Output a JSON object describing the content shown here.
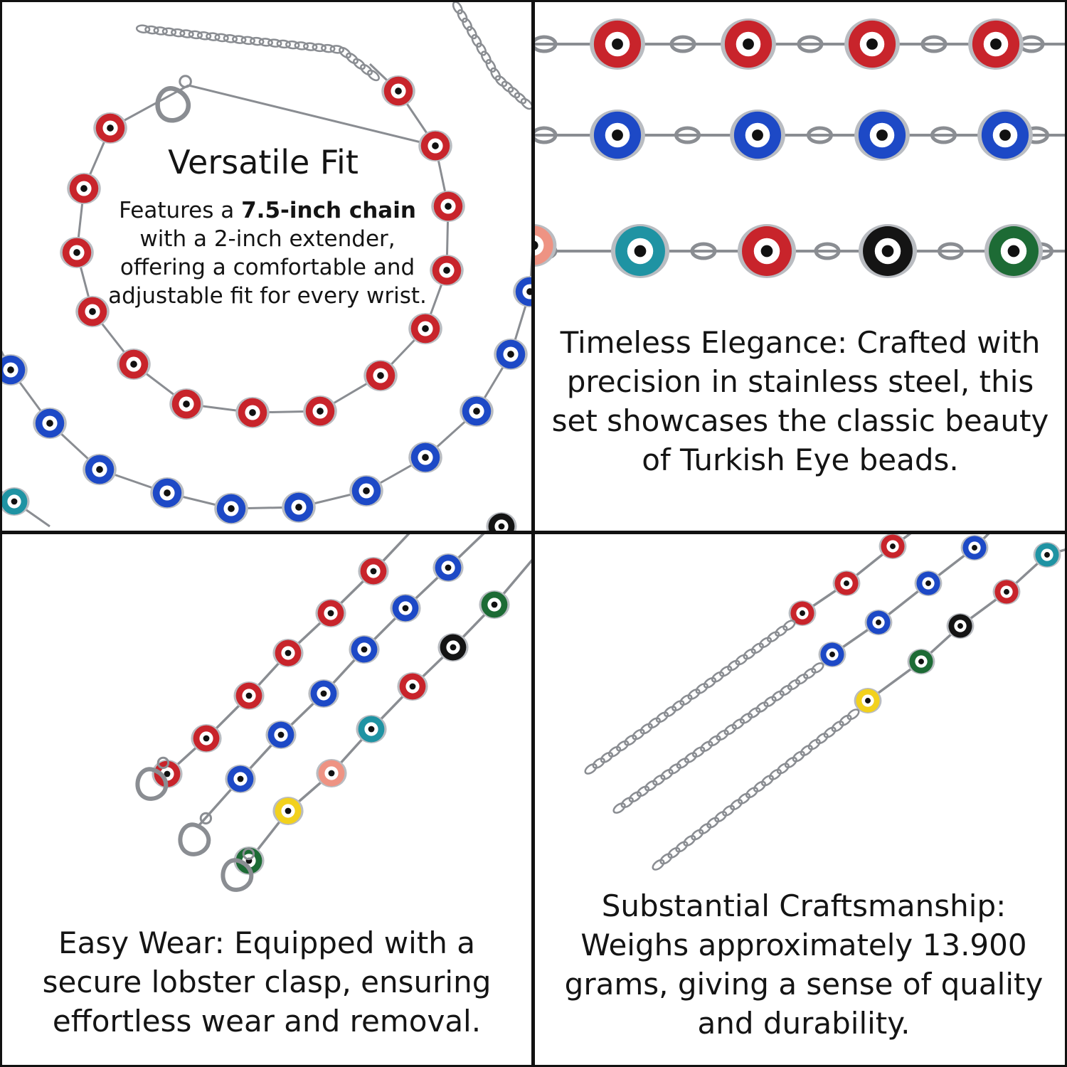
{
  "colors": {
    "red": "#c8242b",
    "blue": "#1d49c6",
    "teal": "#1f93a3",
    "black": "#141414",
    "green": "#1d6b35",
    "salmon": "#ee9383",
    "yellow": "#f2d11d",
    "metal": "#8a8d92",
    "divider": "#111111"
  },
  "panels": {
    "fit": {
      "title": "Versatile Fit",
      "body_prefix": "Features a ",
      "body_bold": "7.5-inch chain",
      "body_suffix": " with a 2-inch extender, offering a comfortable and adjustable fit for every wrist."
    },
    "elegance": {
      "text": "Timeless Elegance: Crafted with precision in stainless steel, this set showcases the classic beauty of Turkish Eye beads."
    },
    "wear": {
      "text": "Easy Wear: Equipped with a secure lobster clasp, ensuring effortless wear and removal."
    },
    "craft": {
      "text": "Substantial Craftsmanship: Weighs approximately 13.900 grams, giving a sense of quality and durability."
    }
  }
}
